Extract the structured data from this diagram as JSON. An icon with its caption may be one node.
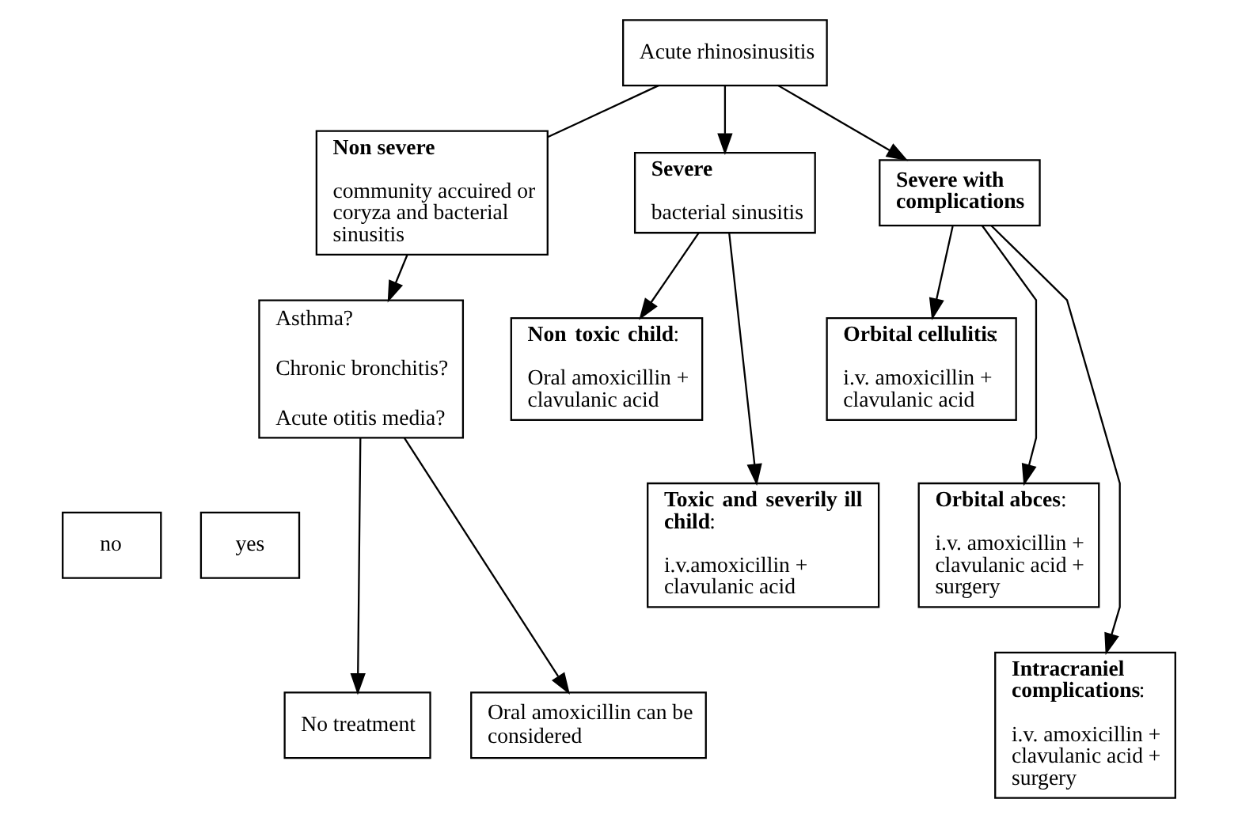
{
  "diagram": {
    "nodes": [
      {
        "text": [
          "Acute rhinosinusitis"
        ]
      },
      {
        "text": [
          "Non severe",
          "community accuired or coryza and bacterial sinusitis"
        ]
      },
      {
        "text": [
          "Severe",
          "bacterial sinusitis"
        ]
      },
      {
        "text": [
          "Severe with complications"
        ]
      },
      {
        "text": [
          "Asthma?",
          "Chronic bronchitis?",
          "Acute otitis media?"
        ]
      },
      {
        "text": [
          "no"
        ]
      },
      {
        "text": [
          "yes"
        ]
      },
      {
        "text": [
          "No treatment"
        ]
      },
      {
        "text": [
          "Oral amoxicillin can be considered"
        ]
      },
      {
        "text": [
          "**Non toxic child**:",
          "Oral amoxicillin + clavulanic acid"
        ]
      },
      {
        "text": [
          "**Toxic and severily ill child**:",
          "i.v.amoxicillin + clavulanic acid"
        ]
      },
      {
        "text": [
          "**Orbital cellulitis**:",
          "i.v. amoxicillin + clavulanic acid"
        ]
      },
      {
        "text": [
          "**Orbital abces**:",
          "i.v. amoxicillin + clavulanic acid + surgery"
        ]
      },
      {
        "text": [
          "**Intracraniel complications**:",
          "i.v. amoxicillin + clavulanic acid + surgery"
        ]
      }
    ],
    "edges": [
      {
        "from": 0,
        "to": 1,
        "arrow": "none"
      },
      {
        "from": 0,
        "to": 2,
        "arrow": "to"
      },
      {
        "from": 0,
        "to": 3,
        "arrow": "to"
      },
      {
        "from": 1,
        "to": 4,
        "arrow": "to"
      },
      {
        "from": 4,
        "to": 7,
        "arrow": "to"
      },
      {
        "from": 4,
        "to": 8,
        "arrow": "to"
      },
      {
        "from": 2,
        "to": 9,
        "arrow": "to"
      },
      {
        "from": 2,
        "to": 10,
        "arrow": "to"
      },
      {
        "from": 3,
        "to": 11,
        "arrow": "to"
      },
      {
        "from": 3,
        "to": 12,
        "arrow": "to"
      },
      {
        "from": 3,
        "to": 13,
        "arrow": "to"
      }
    ]
  }
}
